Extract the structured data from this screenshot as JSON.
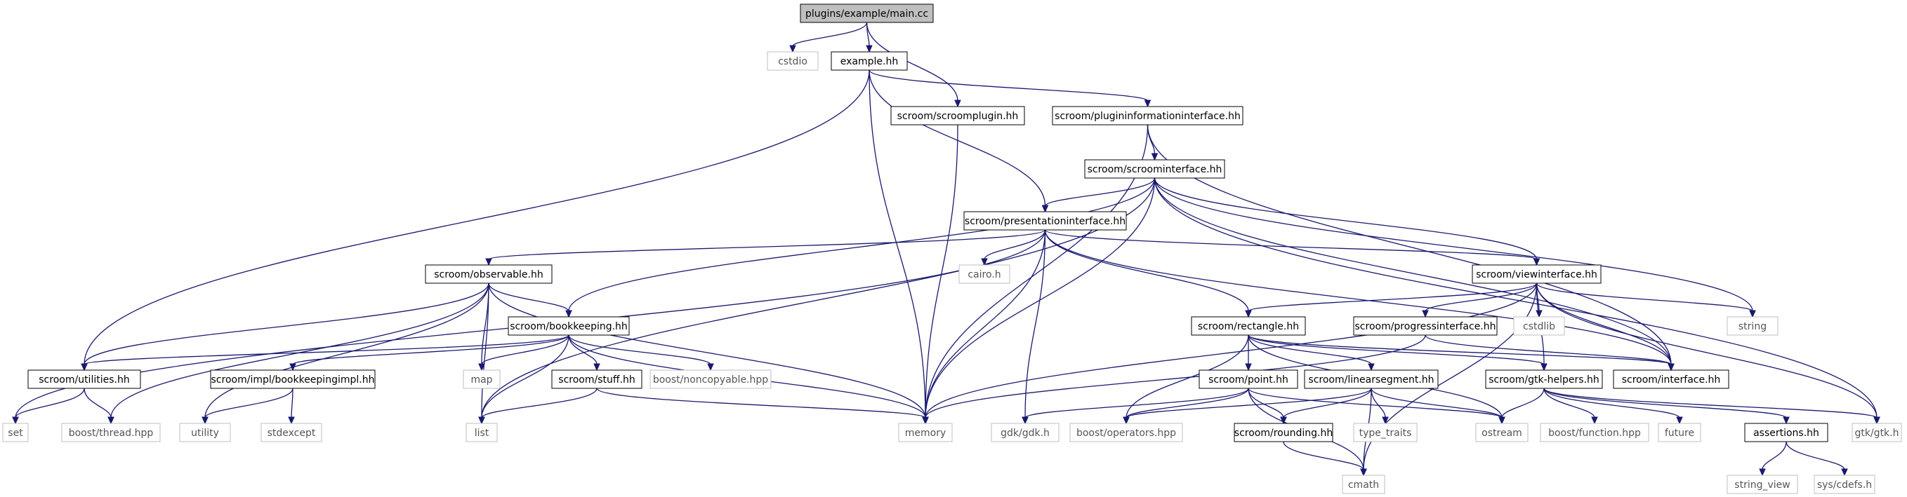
{
  "colors": {
    "edge": "#191970",
    "root_fill": "#bfbfbf",
    "local_border": "#000000",
    "external_border": "#bfbfbf",
    "background": "#ffffff"
  },
  "nodes": {
    "main": "plugins/example/main.cc",
    "cstdio": "cstdio",
    "example": "example.hh",
    "scroomplugin": "scroom/scroomplugin.hh",
    "plugininfo": "scroom/plugininformationinterface.hh",
    "scroominterface": "scroom/scroominterface.hh",
    "presentation": "scroom/presentationinterface.hh",
    "observable": "scroom/observable.hh",
    "cairo": "cairo.h",
    "viewinterface": "scroom/viewinterface.hh",
    "bookkeeping": "scroom/bookkeeping.hh",
    "rectangle": "scroom/rectangle.hh",
    "progressinterface": "scroom/progressinterface.hh",
    "cstdlib": "cstdlib",
    "string": "string",
    "utilities": "scroom/utilities.hh",
    "bkimpl": "scroom/impl/bookkeepingimpl.hh",
    "map": "map",
    "stuff": "scroom/stuff.hh",
    "noncopyable": "boost/noncopyable.hpp",
    "point": "scroom/point.hh",
    "linearsegment": "scroom/linearsegment.hh",
    "gtkhelpers": "scroom/gtk-helpers.hh",
    "interface": "scroom/interface.hh",
    "set": "set",
    "thread": "boost/thread.hpp",
    "utility": "utility",
    "stdexcept": "stdexcept",
    "list": "list",
    "memory": "memory",
    "gdk": "gdk/gdk.h",
    "operators": "boost/operators.hpp",
    "rounding": "scroom/rounding.hh",
    "type_traits": "type_traits",
    "ostream": "ostream",
    "function": "boost/function.hpp",
    "future": "future",
    "assertions": "assertions.hh",
    "gtk": "gtk/gtk.h",
    "cmath": "cmath",
    "string_view": "string_view",
    "cdefs": "sys/cdefs.h"
  },
  "edges": [
    [
      "main",
      "cstdio"
    ],
    [
      "main",
      "example"
    ],
    [
      "main",
      "scroomplugin"
    ],
    [
      "example",
      "utilities"
    ],
    [
      "example",
      "memory"
    ],
    [
      "example",
      "presentation"
    ],
    [
      "example",
      "plugininfo"
    ],
    [
      "scroomplugin",
      "memory"
    ],
    [
      "plugininfo",
      "scroominterface"
    ],
    [
      "plugininfo",
      "memory"
    ],
    [
      "plugininfo",
      "interface"
    ],
    [
      "scroominterface",
      "presentation"
    ],
    [
      "scroominterface",
      "viewinterface"
    ],
    [
      "scroominterface",
      "bookkeeping"
    ],
    [
      "scroominterface",
      "list"
    ],
    [
      "scroominterface",
      "memory"
    ],
    [
      "scroominterface",
      "string"
    ],
    [
      "scroominterface",
      "interface"
    ],
    [
      "scroominterface",
      "gtk"
    ],
    [
      "presentation",
      "observable"
    ],
    [
      "presentation",
      "cairo"
    ],
    [
      "presentation",
      "viewinterface"
    ],
    [
      "presentation",
      "rectangle"
    ],
    [
      "presentation",
      "set"
    ],
    [
      "presentation",
      "memory"
    ],
    [
      "presentation",
      "gdk"
    ],
    [
      "presentation",
      "interface"
    ],
    [
      "observable",
      "bookkeeping"
    ],
    [
      "observable",
      "utilities"
    ],
    [
      "observable",
      "thread"
    ],
    [
      "observable",
      "utility"
    ],
    [
      "observable",
      "list"
    ],
    [
      "observable",
      "map"
    ],
    [
      "observable",
      "memory"
    ],
    [
      "viewinterface",
      "rectangle"
    ],
    [
      "viewinterface",
      "progressinterface"
    ],
    [
      "viewinterface",
      "cstdlib"
    ],
    [
      "viewinterface",
      "string"
    ],
    [
      "viewinterface",
      "gtkhelpers"
    ],
    [
      "viewinterface",
      "interface"
    ],
    [
      "viewinterface",
      "gtk"
    ],
    [
      "viewinterface",
      "memory"
    ],
    [
      "viewinterface",
      "cmath"
    ],
    [
      "bookkeeping",
      "utilities"
    ],
    [
      "bookkeeping",
      "bkimpl"
    ],
    [
      "bookkeeping",
      "map"
    ],
    [
      "bookkeeping",
      "list"
    ],
    [
      "bookkeeping",
      "stuff"
    ],
    [
      "bookkeeping",
      "noncopyable"
    ],
    [
      "bookkeeping",
      "memory"
    ],
    [
      "rectangle",
      "point"
    ],
    [
      "rectangle",
      "linearsegment"
    ],
    [
      "rectangle",
      "gtkhelpers"
    ],
    [
      "rectangle",
      "operators"
    ],
    [
      "rectangle",
      "ostream"
    ],
    [
      "rectangle",
      "interface"
    ],
    [
      "progressinterface",
      "interface"
    ],
    [
      "progressinterface",
      "memory"
    ],
    [
      "utilities",
      "set"
    ],
    [
      "utilities",
      "thread"
    ],
    [
      "bkimpl",
      "utility"
    ],
    [
      "bkimpl",
      "stdexcept"
    ],
    [
      "stuff",
      "list"
    ],
    [
      "stuff",
      "memory"
    ],
    [
      "point",
      "rounding"
    ],
    [
      "point",
      "operators"
    ],
    [
      "point",
      "ostream"
    ],
    [
      "point",
      "gdk"
    ],
    [
      "point",
      "cmath"
    ],
    [
      "linearsegment",
      "rounding"
    ],
    [
      "linearsegment",
      "operators"
    ],
    [
      "linearsegment",
      "ostream"
    ],
    [
      "linearsegment",
      "type_traits"
    ],
    [
      "linearsegment",
      "cmath"
    ],
    [
      "gtkhelpers",
      "ostream"
    ],
    [
      "gtkhelpers",
      "function"
    ],
    [
      "gtkhelpers",
      "future"
    ],
    [
      "gtkhelpers",
      "assertions"
    ],
    [
      "gtkhelpers",
      "gtk"
    ],
    [
      "rounding",
      "cmath"
    ],
    [
      "assertions",
      "string_view"
    ],
    [
      "assertions",
      "cdefs"
    ]
  ]
}
